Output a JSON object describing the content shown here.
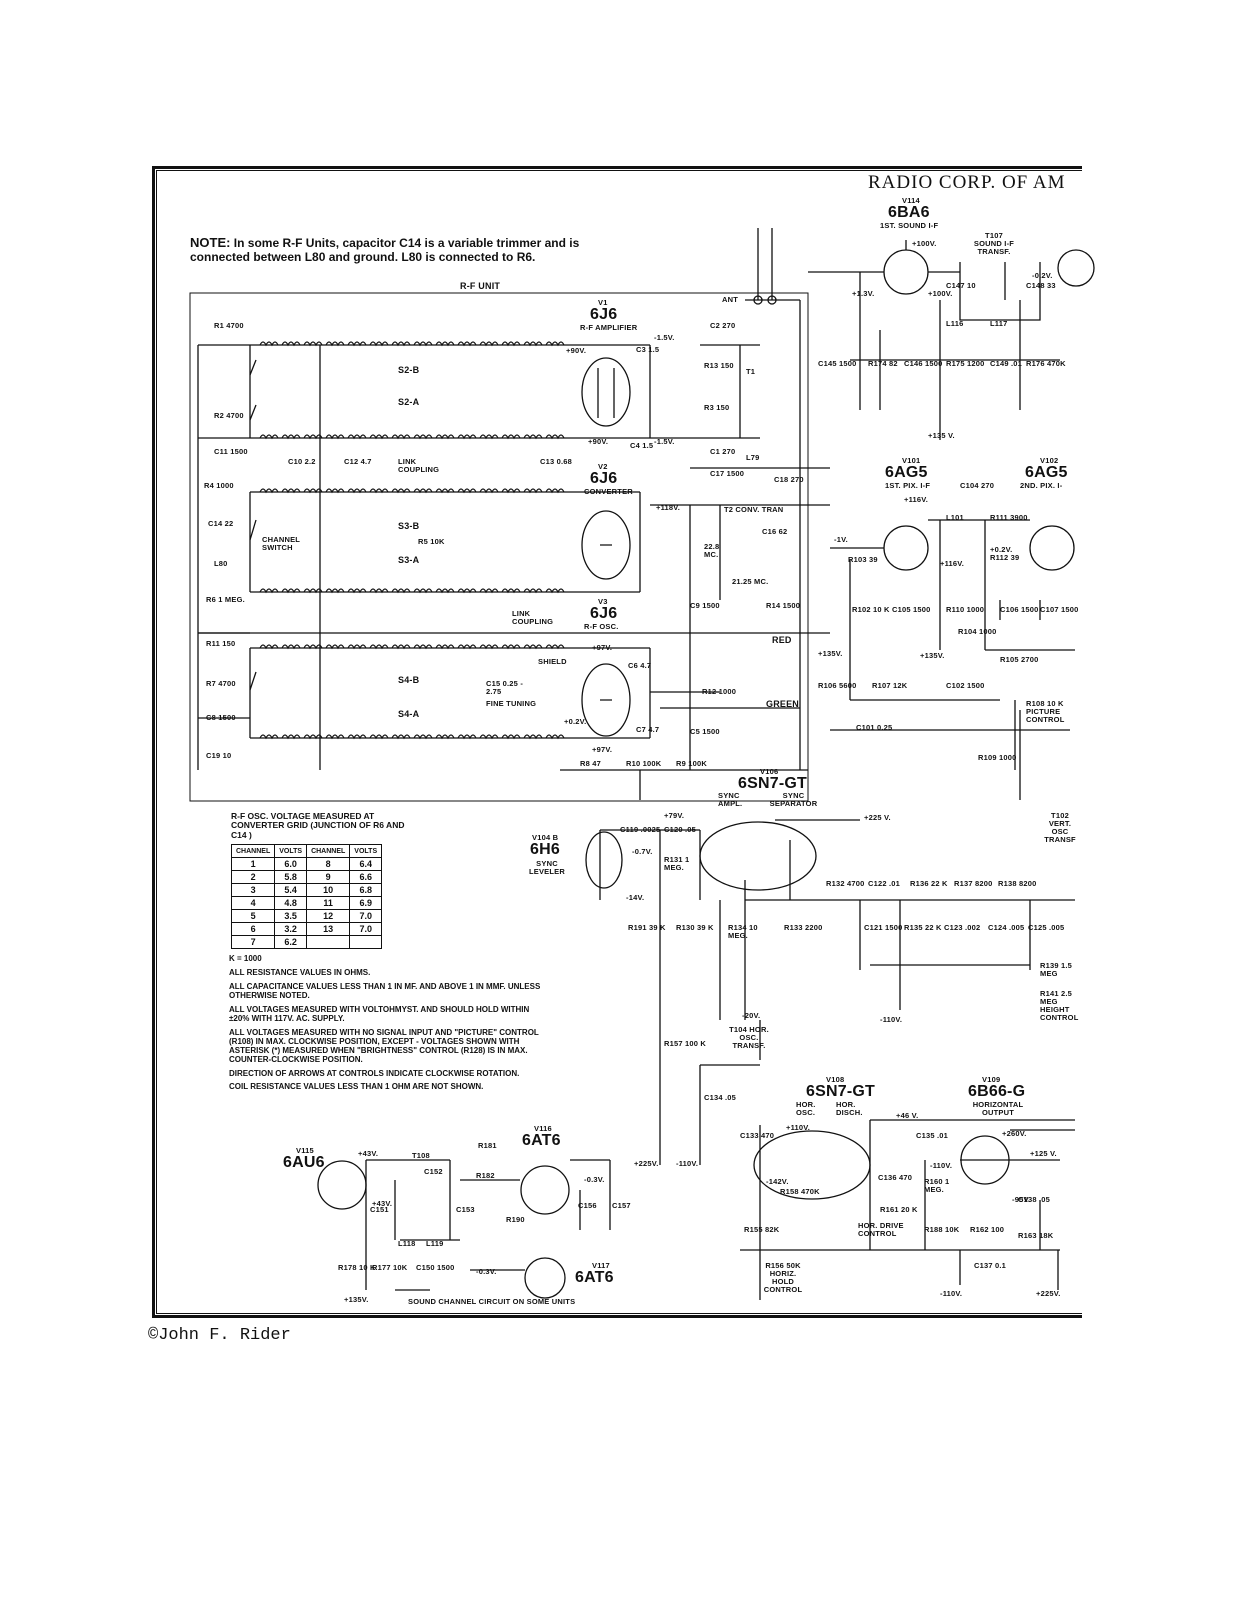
{
  "header": {
    "title": "RADIO CORP. OF AM"
  },
  "note": {
    "lead": "NOTE:",
    "body": "In some R-F Units, capacitor C14 is a variable trimmer and is connected between L80 and ground. L80 is connected to R6."
  },
  "copyright": "©John F. Rider",
  "rf_unit_label": "R-F UNIT",
  "tubes": {
    "v1": {
      "ref": "V1",
      "type": "6J6",
      "func": "R-F AMPLIFIER"
    },
    "v2": {
      "ref": "V2",
      "type": "6J6",
      "func": "CONVERTER"
    },
    "v3": {
      "ref": "V3",
      "type": "6J6",
      "func": "R-F OSC."
    },
    "v114": {
      "ref": "V114",
      "type": "6BA6",
      "func": "1ST. SOUND I-F"
    },
    "v101": {
      "ref": "V101",
      "type": "6AG5",
      "func": "1ST. PIX. I-F"
    },
    "v102": {
      "ref": "V102",
      "type": "6AG5",
      "func": "2ND. PIX. I-"
    },
    "v106": {
      "ref": "V106",
      "type": "6SN7-GT",
      "func1": "SYNC AMPL.",
      "func2": "SYNC SEPARATOR"
    },
    "v104b": {
      "ref": "V104 B",
      "type": "6H6",
      "func": "SYNC LEVELER"
    },
    "v108": {
      "ref": "V108",
      "type": "6SN7-GT",
      "func1": "HOR. OSC.",
      "func2": "HOR. DISCH."
    },
    "v109": {
      "ref": "V109",
      "type": "6B66-G",
      "func": "HORIZONTAL OUTPUT"
    },
    "v115": {
      "ref": "V115",
      "type": "6AU6"
    },
    "v116": {
      "ref": "V116",
      "type": "6AT6"
    },
    "v117": {
      "ref": "V117",
      "type": "6AT6"
    }
  },
  "switches": {
    "s2b": "S2-B",
    "s2a": "S2-A",
    "s3b": "S3-B",
    "s3a": "S3-A",
    "s4b": "S4-B",
    "s4a": "S4-A"
  },
  "labels": {
    "channel_switch": "CHANNEL SWITCH",
    "link_coupling": "LINK COUPLING",
    "fine_tuning": "FINE TUNING",
    "shield": "SHIELD",
    "red": "RED",
    "green": "GREEN",
    "conv_tran": "T2 CONV. TRAN",
    "mc228": "22.8 MC.",
    "mc2125": "21.25 MC.",
    "ant": "ANT",
    "picture_control": "R108 10 K PICTURE CONTROL",
    "hor_drive": "HOR. DRIVE CONTROL",
    "horiz_hold": "R156 50K HORIZ. HOLD CONTROL",
    "sound_channel": "SOUND CHANNEL CIRCUIT ON SOME UNITS",
    "hor_osc_transf": "T104 HOR. OSC. TRANSF.",
    "t107": "T107 SOUND I-F TRANSF.",
    "t102": "T102 VERT. OSC TRANSF"
  },
  "components": [
    "R1 4700",
    "R2 4700",
    "C11 1500",
    "R4 1000",
    "C14 22",
    "L80",
    "R6 1 MEG.",
    "R11 150",
    "R7 4700",
    "C8 1500",
    "C19 10",
    "C10 2.2",
    "C12 4.7",
    "C13 0.68",
    "R5 10K",
    "C2 270",
    "C3 1.5",
    "C4 1.5",
    "C1 270",
    "R13 150",
    "R3 150",
    "T1",
    "L79",
    "C17 1500",
    "C18 270",
    "C16 62",
    "C9 1500",
    "R14 1500",
    "C6 4.7",
    "C15 0.25 - 2.75",
    "C7 4.7",
    "R12 1000",
    "C5 1500",
    "R8 47",
    "R10 100K",
    "R9 100K",
    "C145 1500",
    "R174 82",
    "C146 1500",
    "R175 1200",
    "C149 .01",
    "R176 470K",
    "C147 10",
    "C148 33",
    "L116",
    "L117",
    "R103 39",
    "L101",
    "C104 270",
    "R111 3900",
    "R112 39",
    "R102 10 K",
    "C105 1500",
    "R110 1000",
    "C106 1500",
    "C107 1500",
    "R104 1000",
    "R105 2700",
    "R106 5600",
    "R107 12K",
    "C102 1500",
    "C101 0.25",
    "R109 1000",
    "C119 .0025",
    "C120 .05",
    "R131 1 MEG.",
    "R191 39 K",
    "R130 39 K",
    "R134 10 MEG.",
    "R132 4700",
    "C122 .01",
    "R136 22 K",
    "R137 8200",
    "R138 8200",
    "R133 2200",
    "C121 1500",
    "R135 22 K",
    "C123 .002",
    "C124 .005",
    "C125 .005",
    "R139 1.5 MEG",
    "R141 2.5 MEG HEIGHT CONTROL",
    "R157 100 K",
    "C134 .05",
    "C133 470",
    "R158 470K",
    "R155 82K",
    "C135 .01",
    "C136 470",
    "R160 1 MEG.",
    "R161 20 K",
    "R188 10K",
    "R162 100",
    "C137 0.1",
    "C138 .05",
    "R163 18K",
    "R181",
    "R182",
    "T108",
    "C152",
    "C151",
    "C153",
    "L118",
    "L119",
    "R190",
    "C156",
    "C157",
    "R178 10 K",
    "R177 10K",
    "C150 1500"
  ],
  "voltages": [
    "+90V.",
    "+90V.",
    "-1.5V.",
    "-1.5V.",
    "+118V.",
    "+97V.",
    "+97V.",
    "+0.2V.",
    "+135V.",
    "+100V.",
    "+100V.",
    "+1.3V.",
    "-0.2V.",
    "+135 V.",
    "+116V.",
    "+116V.",
    "+0.2V.",
    "-1V.",
    "+135V.",
    "+79V.",
    "-0.7V.",
    "-14V.",
    "+225 V.",
    "-20V.",
    "-110V.",
    "+225V.",
    "-110V.",
    "+110V.",
    "-142V.",
    "+46 V.",
    "+260V.",
    "+125 V.",
    "-95V.",
    "-110V.",
    "+225V.",
    "-110V.",
    "+43V.",
    "+43V.",
    "-0.3V.",
    "-0.3V.",
    "+135V."
  ],
  "voltage_table": {
    "title": "R-F OSC. VOLTAGE MEASURED AT CONVERTER GRID (JUNCTION OF R6 AND C14 )",
    "headers": [
      "CHANNEL",
      "VOLTS",
      "CHANNEL",
      "VOLTS"
    ],
    "rows": [
      [
        "1",
        "6.0",
        "8",
        "6.4"
      ],
      [
        "2",
        "5.8",
        "9",
        "6.6"
      ],
      [
        "3",
        "5.4",
        "10",
        "6.8"
      ],
      [
        "4",
        "4.8",
        "11",
        "6.9"
      ],
      [
        "5",
        "3.5",
        "12",
        "7.0"
      ],
      [
        "6",
        "3.2",
        "13",
        "7.0"
      ],
      [
        "7",
        "6.2",
        "",
        ""
      ]
    ]
  },
  "notes": [
    "K = 1000",
    "ALL RESISTANCE VALUES IN OHMS.",
    "ALL CAPACITANCE VALUES LESS THAN 1 IN MF. AND ABOVE 1 IN MMF. UNLESS OTHERWISE NOTED.",
    "ALL VOLTAGES MEASURED WITH VOLTOHMYST. AND SHOULD HOLD WITHIN ±20% WITH 117V. AC. SUPPLY.",
    "ALL VOLTAGES MEASURED WITH NO SIGNAL INPUT AND \"PICTURE\" CONTROL (R108) IN MAX. CLOCKWISE POSITION, EXCEPT - VOLTAGES SHOWN WITH ASTERISK (*) MEASURED WHEN \"BRIGHTNESS\" CONTROL (R128) IS IN MAX. COUNTER-CLOCKWISE POSITION.",
    "DIRECTION OF ARROWS AT CONTROLS INDICATE CLOCKWISE ROTATION.",
    "COIL RESISTANCE VALUES LESS THAN 1 OHM ARE NOT SHOWN."
  ]
}
